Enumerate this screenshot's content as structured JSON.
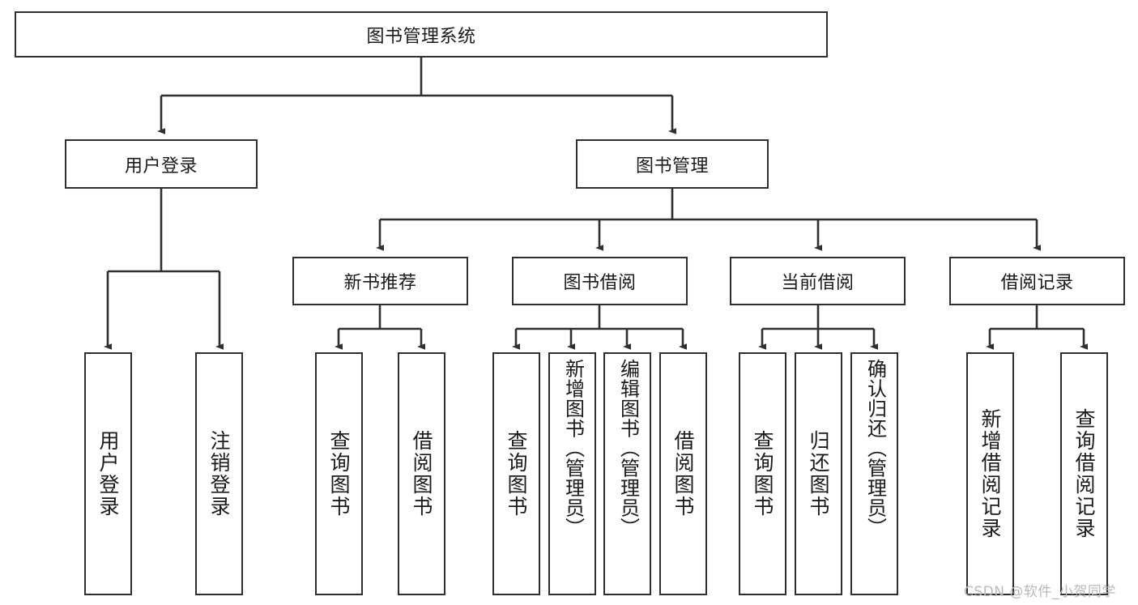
{
  "diagram": {
    "type": "tree-hierarchy",
    "title": "图书管理系统",
    "root": {
      "label": "图书管理系统",
      "orientation": "horizontal"
    },
    "level2": [
      {
        "label": "用户登录",
        "orientation": "horizontal"
      },
      {
        "label": "图书管理",
        "orientation": "horizontal"
      }
    ],
    "level3": [
      {
        "label": "新书推荐",
        "orientation": "horizontal"
      },
      {
        "label": "图书借阅",
        "orientation": "horizontal"
      },
      {
        "label": "当前借阅",
        "orientation": "horizontal"
      },
      {
        "label": "借阅记录",
        "orientation": "horizontal"
      }
    ],
    "leaves": {
      "user_login": [
        {
          "label": "用户登录",
          "orientation": "vertical"
        },
        {
          "label": "注销登录",
          "orientation": "vertical"
        }
      ],
      "new_book_recommend": [
        {
          "label": "查询图书",
          "orientation": "vertical"
        },
        {
          "label": "借阅图书",
          "orientation": "vertical"
        }
      ],
      "book_borrow": [
        {
          "label": "查询图书",
          "orientation": "vertical"
        },
        {
          "label": "新增图书（管理员）",
          "orientation": "vertical"
        },
        {
          "label": "编辑图书（管理员）",
          "orientation": "vertical"
        },
        {
          "label": "借阅图书",
          "orientation": "vertical"
        }
      ],
      "current_borrow": [
        {
          "label": "查询图书",
          "orientation": "vertical"
        },
        {
          "label": "归还图书",
          "orientation": "vertical"
        },
        {
          "label": "确认归还（管理员）",
          "orientation": "vertical"
        }
      ],
      "borrow_record": [
        {
          "label": "新增借阅记录",
          "orientation": "vertical"
        },
        {
          "label": "查询借阅记录",
          "orientation": "vertical"
        }
      ]
    }
  },
  "watermark": {
    "text": "CSDN @软件_小贺同学"
  },
  "colors": {
    "stroke": "#2f2f2f",
    "background": "#ffffff",
    "text": "#1a1a1a",
    "watermark": "#b9b9b9"
  }
}
